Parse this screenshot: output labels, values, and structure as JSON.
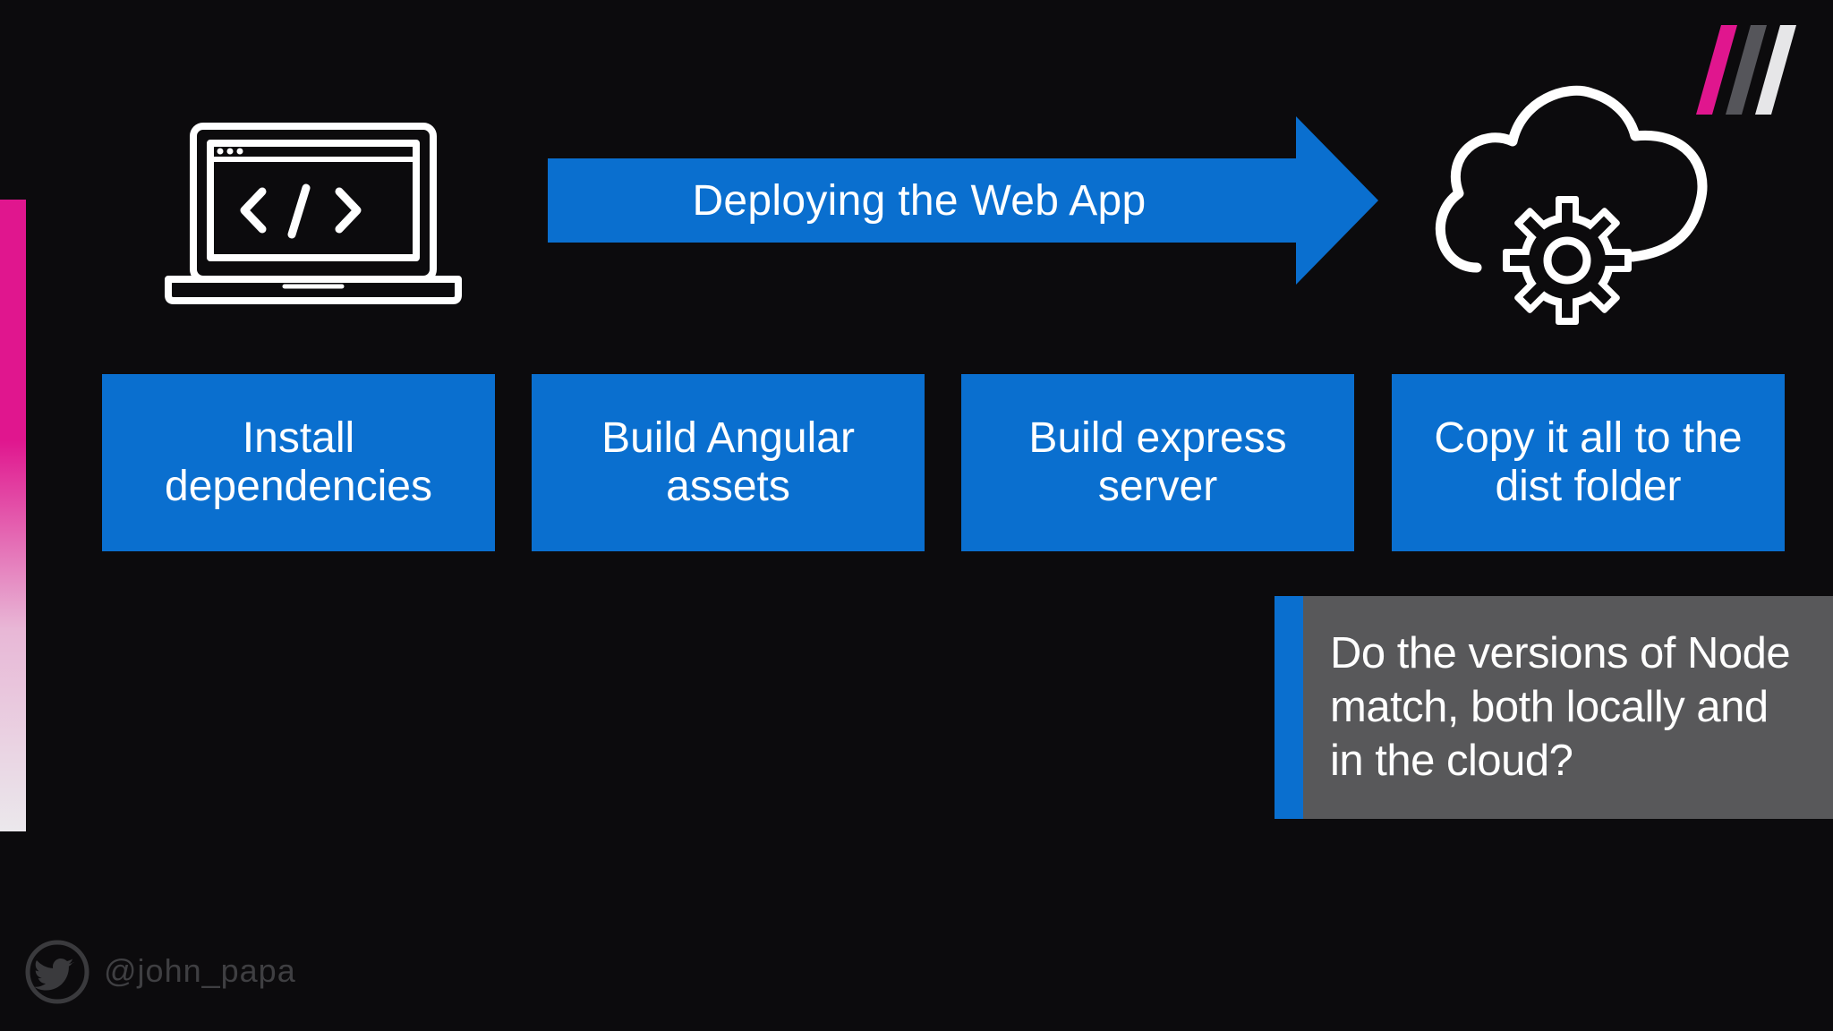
{
  "slide": {
    "arrow_label": "Deploying the Web App",
    "steps": [
      {
        "line1": "Install",
        "line2": "dependencies"
      },
      {
        "line1": "Build Angular",
        "line2": "assets"
      },
      {
        "line1": "Build express",
        "line2": "server"
      },
      {
        "line1": "Copy it all to the",
        "line2": "dist folder"
      }
    ],
    "callout": {
      "line1": "Do the versions of Node",
      "line2": "match, both locally and",
      "line3": "in the cloud?"
    },
    "footer": {
      "handle": "@john_papa",
      "icon": "twitter-icon"
    },
    "icons": {
      "source": "laptop-code-icon",
      "target": "cloud-gear-icon",
      "brand": "brand-slashes-logo"
    },
    "colors": {
      "accent_blue": "#0a6fcf",
      "accent_pink": "#e0168e",
      "callout_gray": "#58585a",
      "background": "#0c0b0d"
    }
  }
}
